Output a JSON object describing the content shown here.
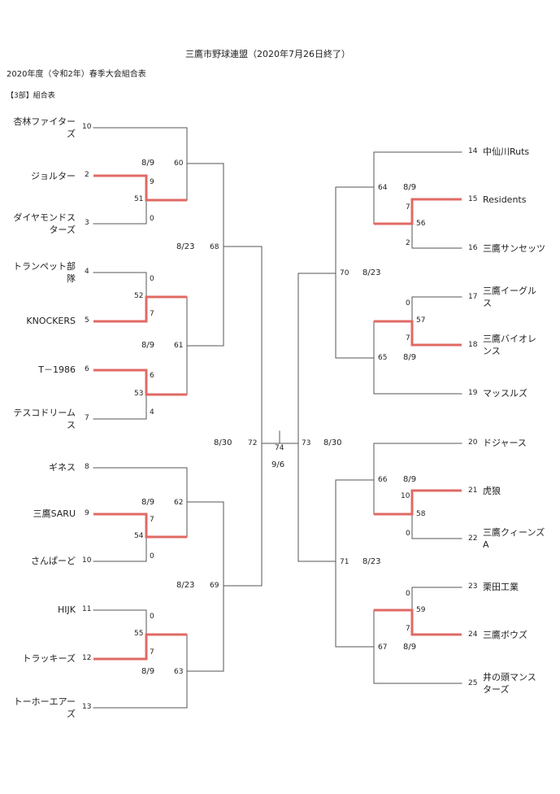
{
  "header": {
    "title": "三鷹市野球連盟（2020年7月26日終了）",
    "subtitle": "2020年度（令和2年）春季大会組合表",
    "section": "【3部】組合表"
  },
  "colors": {
    "line": "#555555",
    "winner": "#e06a64",
    "text": "#222222"
  },
  "left_teams": [
    {
      "seed": "10",
      "name": "杏林ファイター\nズ"
    },
    {
      "seed": "2",
      "name": "ジョルター"
    },
    {
      "seed": "3",
      "name": "ダイヤモンドス\nターズ"
    },
    {
      "seed": "4",
      "name": "トランペット部\n隊"
    },
    {
      "seed": "5",
      "name": "KNOCKERS"
    },
    {
      "seed": "6",
      "name": "T－1986"
    },
    {
      "seed": "7",
      "name": "テスコドリーム\nス"
    },
    {
      "seed": "8",
      "name": "ギネス"
    },
    {
      "seed": "9",
      "name": "三鷹SARU"
    },
    {
      "seed": "10",
      "name": "さんぱーど"
    },
    {
      "seed": "11",
      "name": "HIJK"
    },
    {
      "seed": "12",
      "name": "トラッキーズ"
    },
    {
      "seed": "13",
      "name": "トーホーエアー\nズ"
    }
  ],
  "right_teams": [
    {
      "seed": "14",
      "name": "中仙川Ruts"
    },
    {
      "seed": "15",
      "name": "Residents"
    },
    {
      "seed": "16",
      "name": "三鷹サンセッツ"
    },
    {
      "seed": "17",
      "name": "三鷹イーグル\nス"
    },
    {
      "seed": "18",
      "name": "三鷹バイオレ\nンス"
    },
    {
      "seed": "19",
      "name": "マッスルズ"
    },
    {
      "seed": "20",
      "name": "ドジャース"
    },
    {
      "seed": "21",
      "name": "虎狼"
    },
    {
      "seed": "22",
      "name": "三鷹クィーンズ\nA"
    },
    {
      "seed": "23",
      "name": "栗田工業"
    },
    {
      "seed": "24",
      "name": "三鷹ボウズ"
    },
    {
      "seed": "25",
      "name": "井の頭マンス\nターズ"
    }
  ],
  "scores": {
    "g51_top": "9",
    "g51_bot": "0",
    "g51_win": "51",
    "g52_top": "0",
    "g52_bot": "7",
    "g52_win": "52",
    "g53_top": "6",
    "g53_bot": "4",
    "g53_win": "53",
    "g54_top": "7",
    "g54_bot": "0",
    "g54_win": "54",
    "g55_top": "0",
    "g55_bot": "7",
    "g55_win": "55",
    "g56_top": "7",
    "g56_bot": "2",
    "g56_win": "56",
    "g57_top": "0",
    "g57_bot": "7",
    "g57_win": "57",
    "g58_top": "10",
    "g58_bot": "0",
    "g58_win": "58",
    "g59_top": "0",
    "g59_bot": "7",
    "g59_win": "59"
  },
  "games": {
    "g60": "60",
    "g61": "61",
    "g62": "62",
    "g63": "63",
    "g64": "64",
    "g65": "65",
    "g66": "66",
    "g67": "67",
    "g68": "68",
    "g69": "69",
    "g70": "70",
    "g71": "71",
    "g72": "72",
    "g73": "73",
    "g74": "74"
  },
  "dates": {
    "d60": "8/9",
    "d61": "8/9",
    "d62": "8/9",
    "d63": "8/9",
    "d64": "8/9",
    "d65": "8/9",
    "d66": "8/9",
    "d67": "8/9",
    "d68": "8/23",
    "d69": "8/23",
    "d70": "8/23",
    "d71": "8/23",
    "d72": "8/30",
    "d73": "8/30",
    "final": "9/6"
  }
}
